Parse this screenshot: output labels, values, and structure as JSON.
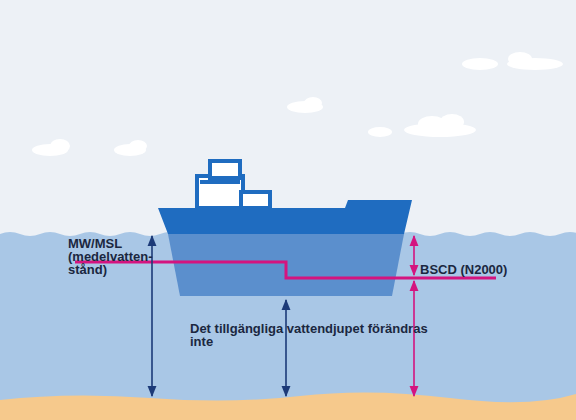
{
  "diagram": {
    "labels": [
      "MW/MSL (medelvatten- stånd)",
      "BSCD (N2000)",
      "Det tillgängliga vattendjupet förändras inte"
    ]
  }
}
